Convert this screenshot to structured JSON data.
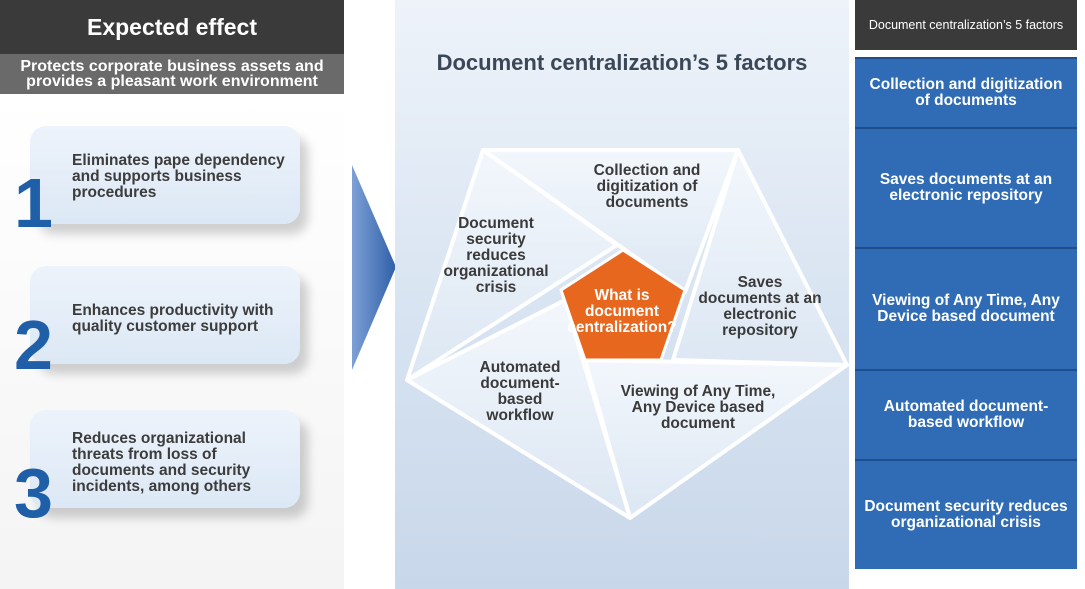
{
  "left": {
    "title": "Expected effect",
    "subtitle": "Protects corporate business assets and provides a pleasant work environment",
    "items": [
      {
        "number": "1",
        "text": "Eliminates pape dependency and supports business procedures"
      },
      {
        "number": "2",
        "text": "Enhances productivity with quality customer support"
      },
      {
        "number": "3",
        "text": "Reduces organizational threats from loss of documents and security incidents, among others"
      }
    ]
  },
  "center": {
    "title": "Document centralization’s 5 factors",
    "core": "What is document centralization?",
    "factors": [
      "Collection and digitization of documents",
      "Saves documents at an electronic repository",
      "Viewing of Any Time, Any Device based document",
      "Automated document-based workflow",
      "Document security reduces organizational crisis"
    ]
  },
  "right": {
    "header": "Document centralization’s 5 factors",
    "items": [
      "Collection and digitization of documents",
      "Saves documents at an electronic repository",
      "Viewing of Any Time, Any Device based document",
      "Automated document-based workflow",
      "Document security reduces organizational crisis"
    ]
  },
  "colors": {
    "accent_blue": "#2f6cb5",
    "number_blue": "#1f5fa8",
    "core_orange": "#e8671f",
    "header_dark": "#3a3a3a"
  }
}
